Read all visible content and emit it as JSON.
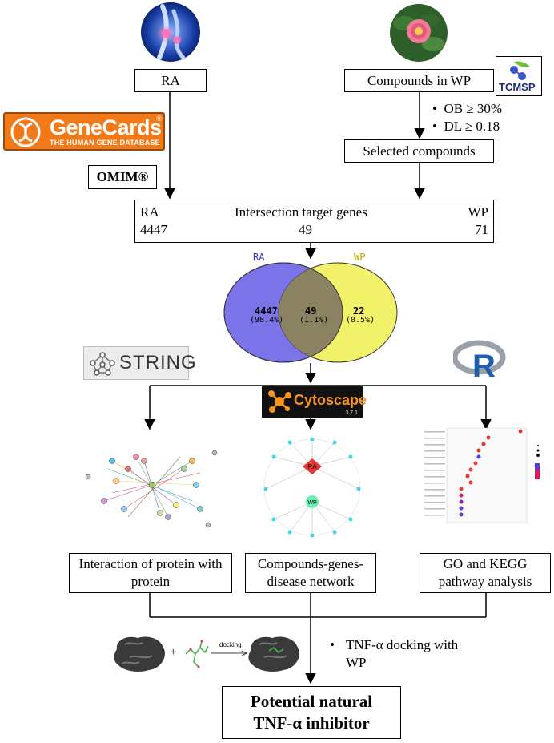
{
  "top": {
    "ra_label": "RA",
    "compounds_label": "Compounds in WP",
    "criteria": [
      "OB ≥ 30%",
      "DL ≥ 0.18"
    ],
    "selected_label": "Selected compounds",
    "omim_label": "OMIM®"
  },
  "logos": {
    "genecards_main": "GeneCards",
    "genecards_sub": "THE HUMAN GENE DATABASE",
    "genecards_reg": "®",
    "tcmsp": "TCMSP",
    "string": "STRING",
    "cytoscape": "Cytoscape",
    "cytoscape_version": "3.7.1",
    "r_logo": "R"
  },
  "intersection": {
    "left_name": "RA",
    "left_count": "4447",
    "title": "Intersection target genes",
    "center_count": "49",
    "right_name": "WP",
    "right_count": "71"
  },
  "venn": {
    "left_title": "RA",
    "right_title": "WP",
    "left_value": "4447",
    "left_pct": "(98.4%)",
    "center_value": "49",
    "center_pct": "(1.1%)",
    "right_value": "22",
    "right_pct": "(0.5%)",
    "colors": {
      "left": "#7b74e8",
      "right": "#f2f26a",
      "overlap": "#8a8260"
    }
  },
  "network": {
    "center_top": "RA",
    "center_bottom": "WP"
  },
  "analyses": {
    "ppi": "Interaction of protein with protein",
    "network": "Compounds-genes-disease network",
    "enrichment": "GO and KEGG pathway analysis"
  },
  "docking": {
    "plus": "+",
    "arrow_label": "docking",
    "bullet": "TNF-α docking with WP"
  },
  "result": {
    "line1": "Potential natural",
    "line2": "TNF-α inhibitor"
  }
}
